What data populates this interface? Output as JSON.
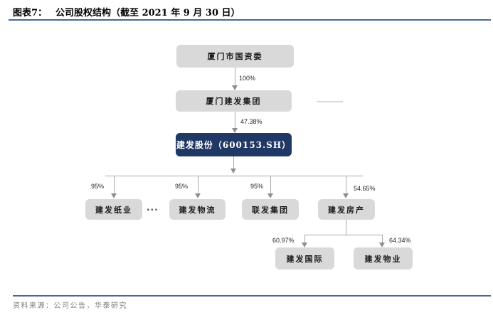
{
  "header": {
    "figure_label": "图表7：",
    "title": "公司股权结构（截至 2021 年 9 月 30 日）"
  },
  "nodes": {
    "sasac": "厦门市国资委",
    "cd_group": "厦门建发集团",
    "cd_inc": "建发股份（600153.SH）",
    "paper": "建发纸业",
    "ellipsis": "···",
    "logistics": "建发物流",
    "lianfa": "联发集团",
    "real_estate": "建发房产",
    "intl": "建发国际",
    "property": "建发物业"
  },
  "ownership": {
    "sasac_to_group": "100%",
    "group_to_inc": "47.38%",
    "inc_to_paper": "95%",
    "inc_to_logistics": "95%",
    "inc_to_lianfa": "95%",
    "inc_to_real_estate": "54.65%",
    "real_estate_to_intl": "60.97%",
    "real_estate_to_property": "64.34%"
  },
  "footer": {
    "source": "资料来源：公司公告，华泰研究"
  },
  "colors": {
    "accent_rule": "#44679b",
    "node_fill": "#d9d9d9",
    "highlight_fill": "#1f3864",
    "connector": "#a8a8a8",
    "source_text": "#7f7f7f"
  }
}
